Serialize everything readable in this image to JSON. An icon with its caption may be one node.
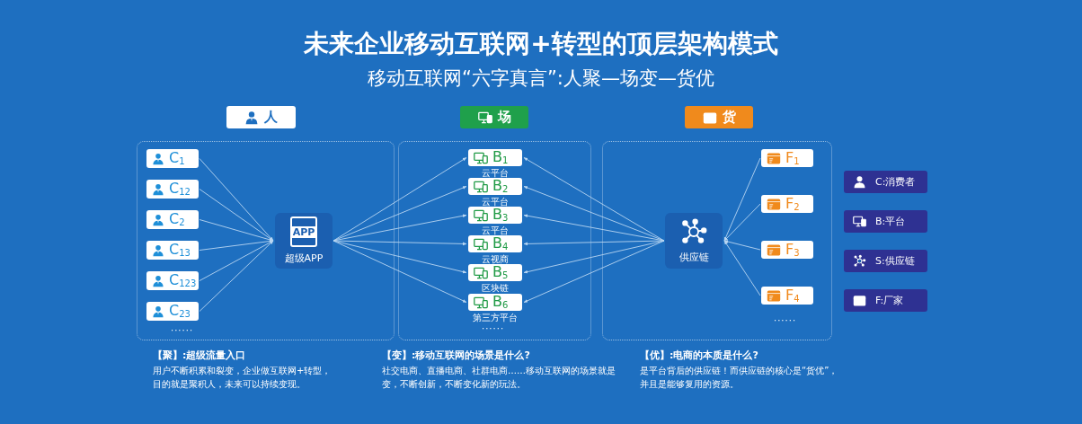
{
  "diagram": {
    "title": "未来企业移动互联网+转型的顶层架构模式",
    "nodes": [
      {
        "text": [
          "人"
        ]
      },
      {
        "text": [
          "场"
        ]
      },
      {
        "text": [
          "货"
        ]
      },
      {
        "text": [],
        "shape": "box"
      },
      {
        "text": [],
        "shape": "box"
      },
      {
        "text": [],
        "shape": "box"
      },
      {
        "text": [
          "C$_{1}$"
        ],
        "in": 3
      },
      {
        "text": [
          "C$_{12}$"
        ],
        "in": 3
      },
      {
        "text": [
          "C$_{2}$"
        ],
        "in": 3
      },
      {
        "text": [
          "C$_{13}$"
        ],
        "in": 3
      },
      {
        "text": [
          "C$_{123}$"
        ],
        "in": 3
      },
      {
        "text": [
          "C$_{23}$"
        ],
        "in": 3
      },
      {
        "text": [
          "APP",
          "超级APP"
        ],
        "in": 3
      },
      {
        "text": [
          "B$_{1}$"
        ],
        "in": 4,
        "beside": [
          "云平台"
        ]
      },
      {
        "text": [
          "B$_{2}$"
        ],
        "in": 4,
        "beside": [
          "云平台"
        ]
      },
      {
        "text": [
          "B$_{3}$"
        ],
        "in": 4,
        "beside": [
          "云平台"
        ]
      },
      {
        "text": [
          "B$_{4}$"
        ],
        "in": 4,
        "beside": [
          "云视商"
        ]
      },
      {
        "text": [
          "B$_{5}$"
        ],
        "in": 4,
        "beside": [
          "区块链"
        ]
      },
      {
        "text": [
          "B$_{6}$"
        ],
        "in": 4,
        "beside": [
          "第三方平台"
        ]
      },
      {
        "text": [
          "供应链"
        ],
        "in": 5
      },
      {
        "text": [
          "F$_{1}$"
        ],
        "in": 5
      },
      {
        "text": [
          "F$_{2}$"
        ],
        "in": 5
      },
      {
        "text": [
          "F$_{3}$"
        ],
        "in": 5
      },
      {
        "text": [
          "F$_{4}$"
        ],
        "in": 5
      }
    ],
    "edges": [
      {
        "from": 6,
        "to": 12,
        "arrow": "to"
      },
      {
        "from": 7,
        "to": 12,
        "arrow": "to"
      },
      {
        "from": 8,
        "to": 12,
        "arrow": "to"
      },
      {
        "from": 9,
        "to": 12,
        "arrow": "to"
      },
      {
        "from": 10,
        "to": 12,
        "arrow": "to"
      },
      {
        "from": 11,
        "to": 12,
        "arrow": "to"
      },
      {
        "from": 12,
        "to": 13,
        "arrow": "to"
      },
      {
        "from": 12,
        "to": 14,
        "arrow": "to"
      },
      {
        "from": 12,
        "to": 15,
        "arrow": "to"
      },
      {
        "from": 12,
        "to": 16,
        "arrow": "to"
      },
      {
        "from": 12,
        "to": 17,
        "arrow": "to"
      },
      {
        "from": 12,
        "to": 18,
        "arrow": "to"
      },
      {
        "from": 19,
        "to": 13,
        "arrow": "to"
      },
      {
        "from": 19,
        "to": 14,
        "arrow": "to"
      },
      {
        "from": 19,
        "to": 15,
        "arrow": "to"
      },
      {
        "from": 19,
        "to": 16,
        "arrow": "to"
      },
      {
        "from": 19,
        "to": 17,
        "arrow": "to"
      },
      {
        "from": 19,
        "to": 18,
        "arrow": "to"
      },
      {
        "from": 20,
        "to": 19,
        "arrow": "to"
      },
      {
        "from": 21,
        "to": 19,
        "arrow": "to"
      },
      {
        "from": 22,
        "to": 19,
        "arrow": "to"
      },
      {
        "from": 23,
        "to": 19,
        "arrow": "to"
      }
    ],
    "labels": [
      "移动互联网“六字真言”:人聚—场变—货优",
      "······",
      "······",
      "······",
      "【聚】:超级流量入口",
      "用户不断积累和裂变，企业做互联网+转型，目的就是聚积人，未来可以持续变现。",
      "【变】:移动互联网的场景是什么?",
      "社交电商、直播电商、社群电商……移动互联网的场景就是变，不断创新，不断变化新的玩法。",
      "【优】:电商的本质是什么?",
      "是平台背后的供应链！而供应链的核心是“货优”，并且是能够复用的资源。"
    ],
    "legend": [
      {
        "text": "C:消费者"
      },
      {
        "text": "B:平台"
      },
      {
        "text": "S:供应链"
      },
      {
        "text": "F:厂家"
      }
    ]
  }
}
